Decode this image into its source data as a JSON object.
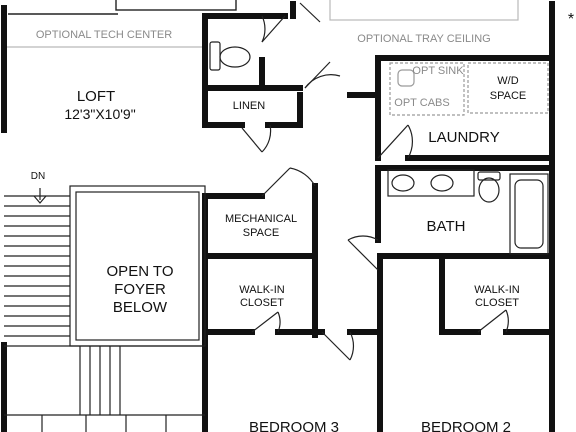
{
  "plan": {
    "rooms": {
      "loft_name": "LOFT",
      "loft_dims": "12'3\"X10'9\"",
      "tech_center": "OPTIONAL TECH CENTER",
      "tray_ceiling": "OPTIONAL TRAY CEILING",
      "linen": "LINEN",
      "opt_sink": "OPT SINK",
      "opt_cabs": "OPT CABS",
      "wd_space_1": "W/D",
      "wd_space_2": "SPACE",
      "laundry": "LAUNDRY",
      "dn": "DN",
      "open_to_1": "OPEN TO",
      "open_to_2": "FOYER",
      "open_to_3": "BELOW",
      "mechanical_1": "MECHANICAL",
      "mechanical_2": "SPACE",
      "bath": "BATH",
      "walkin_left_1": "WALK-IN",
      "walkin_left_2": "CLOSET",
      "walkin_right_1": "WALK-IN",
      "walkin_right_2": "CLOSET",
      "bedroom3": "BEDROOM 3",
      "bedroom2": "BEDROOM 2"
    },
    "asterisk": "*"
  }
}
